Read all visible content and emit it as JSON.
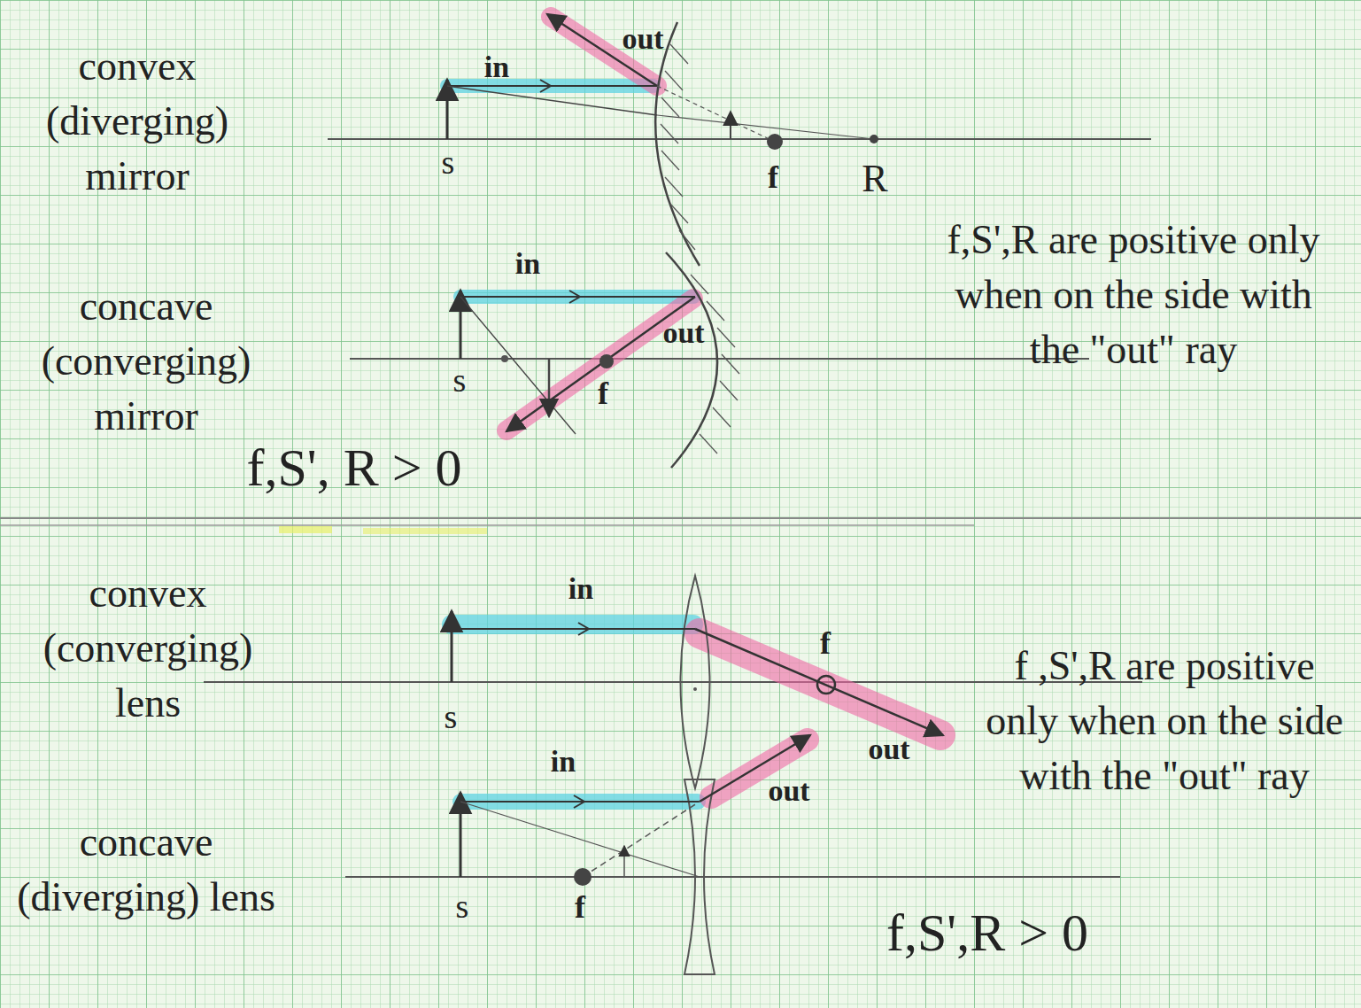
{
  "diagram": {
    "labels": [
      "convex (diverging) mirror",
      "in",
      "out",
      "s",
      "f",
      "R",
      "f,S',R are positive only when on the side with the \"out\" ray",
      "concave (converging) mirror",
      "in",
      "out",
      "s",
      "f",
      "f,S', R > 0",
      "convex (converging) lens",
      "in",
      "f",
      "out",
      "s",
      "f ,S',R are positive only when on the side with the \"out\" ray",
      "concave (diverging) lens",
      "in",
      "out",
      "s",
      "f",
      "f,S',R > 0"
    ]
  }
}
